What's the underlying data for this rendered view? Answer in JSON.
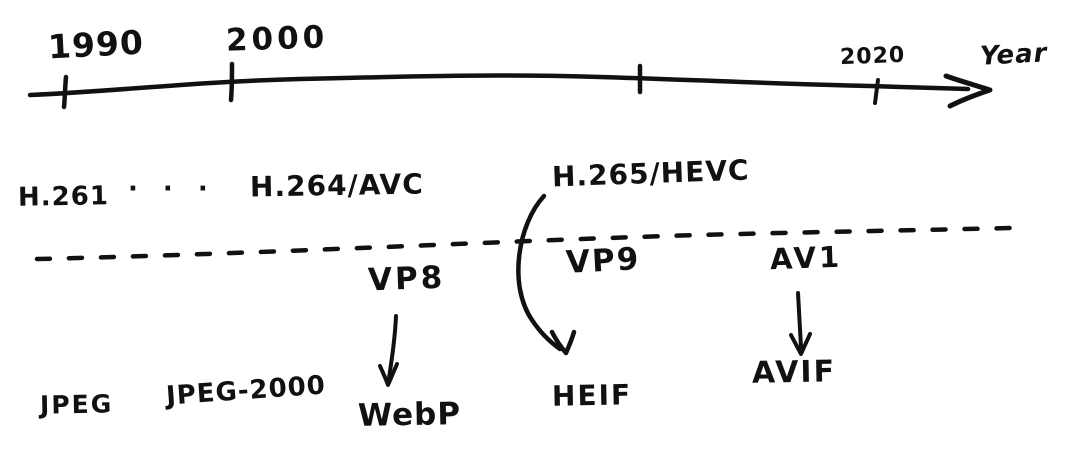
{
  "canvas": {
    "background_color": "#ffffff",
    "ink_color": "#111111"
  },
  "timeline": {
    "axis_label": "Year",
    "ticks": [
      {
        "label": "1990"
      },
      {
        "label": "2000"
      },
      {
        "label": ""
      },
      {
        "label": "2020"
      }
    ]
  },
  "video_codecs": {
    "h261": "H.261",
    "ellipsis": "· · ·",
    "h264": "H.264/AVC",
    "h265": "H.265/HEVC",
    "vp8": "VP8",
    "vp9": "VP9",
    "av1": "AV1"
  },
  "image_formats": {
    "jpeg": "JPEG",
    "jpeg2000": "JPEG-2000",
    "webp": "WebP",
    "heif": "HEIF",
    "avif": "AVIF"
  },
  "derivation_arrows": [
    {
      "from": "VP8",
      "to": "WebP"
    },
    {
      "from": "H.265/HEVC",
      "to": "HEIF"
    },
    {
      "from": "AV1",
      "to": "AVIF"
    }
  ]
}
